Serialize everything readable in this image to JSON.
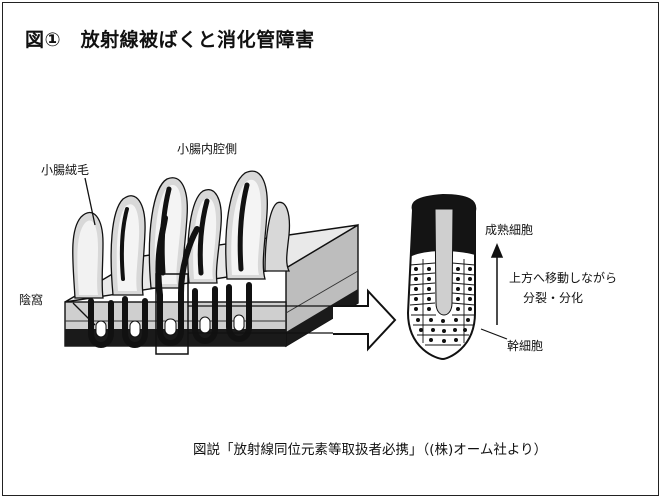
{
  "title": "図①　放射線被ばくと消化管障害",
  "labels": {
    "lumen_side": "小腸内腔側",
    "villi": "小腸絨毛",
    "crypt": "陰窩",
    "mature_cells": "成熟細胞",
    "migration_1": "上方へ移動しながら",
    "migration_2": "分裂・分化",
    "stem_cells": "幹細胞"
  },
  "caption": "図説「放射線同位元素等取扱者必携」（(株)オーム社より）"
}
